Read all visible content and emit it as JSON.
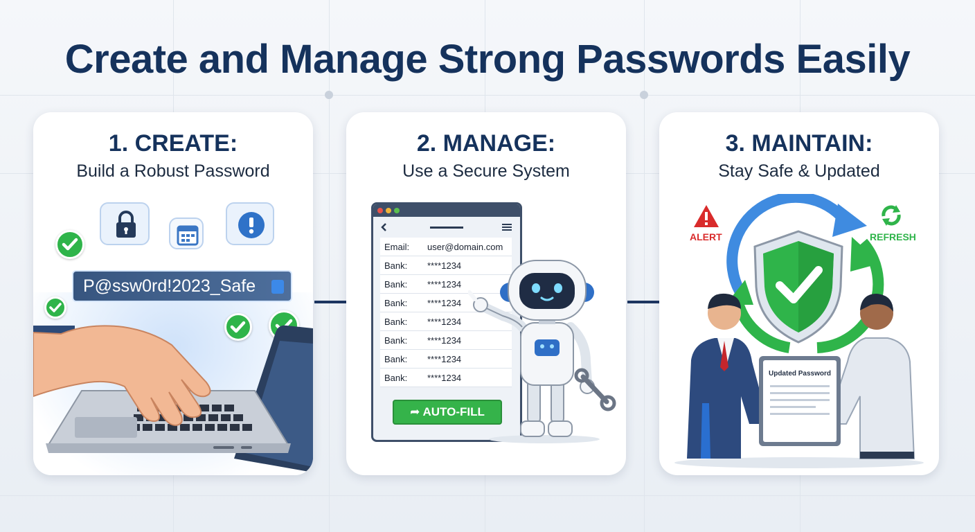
{
  "title": "Create and Manage Strong Passwords Easily",
  "colors": {
    "navy": "#15325c",
    "green": "#2fb44a",
    "blue": "#3c89e8",
    "red": "#d92b2b"
  },
  "steps": [
    {
      "heading": "1. CREATE:",
      "subtitle": "Build a Robust Password",
      "password_text": "P@ssw0rd!2023_Safe",
      "icons": [
        "lock-icon",
        "calendar-icon",
        "exclamation-icon",
        "check-icon"
      ]
    },
    {
      "heading": "2. MANAGE:",
      "subtitle": "Use a Secure System",
      "vault_rows": [
        {
          "label": "Email:",
          "value": "user@domain.com"
        },
        {
          "label": "Bank:",
          "value": "****1234"
        },
        {
          "label": "Bank:",
          "value": "****1234"
        },
        {
          "label": "Bank:",
          "value": "****1234"
        },
        {
          "label": "Bank:",
          "value": "****1234"
        },
        {
          "label": "Bank:",
          "value": "****1234"
        },
        {
          "label": "Bank:",
          "value": "****1234"
        },
        {
          "label": "Bank:",
          "value": "****1234"
        }
      ],
      "autofill_label": "AUTO-FILL",
      "icons": [
        "robot-icon",
        "wrench-icon"
      ]
    },
    {
      "heading": "3. MAINTAIN:",
      "subtitle": "Stay Safe & Updated",
      "alert_label": "ALERT",
      "refresh_label": "REFRESH",
      "tablet_text": "Updated Password",
      "icons": [
        "alert-icon",
        "refresh-icon",
        "shield-check-icon",
        "handshake-icon"
      ]
    }
  ]
}
